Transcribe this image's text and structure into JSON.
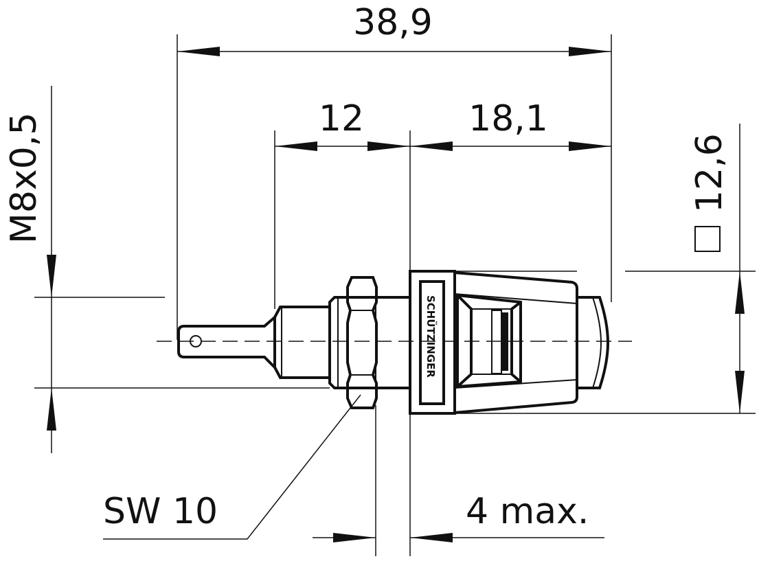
{
  "dimensions": {
    "overall_length": "38,9",
    "rear_length": "12",
    "front_length": "18,1",
    "thread": "M8x0,5",
    "square": "12,6",
    "wrench_size": "SW 10",
    "panel_thickness": "4 max."
  },
  "logo": "SCHÜTZINGER"
}
